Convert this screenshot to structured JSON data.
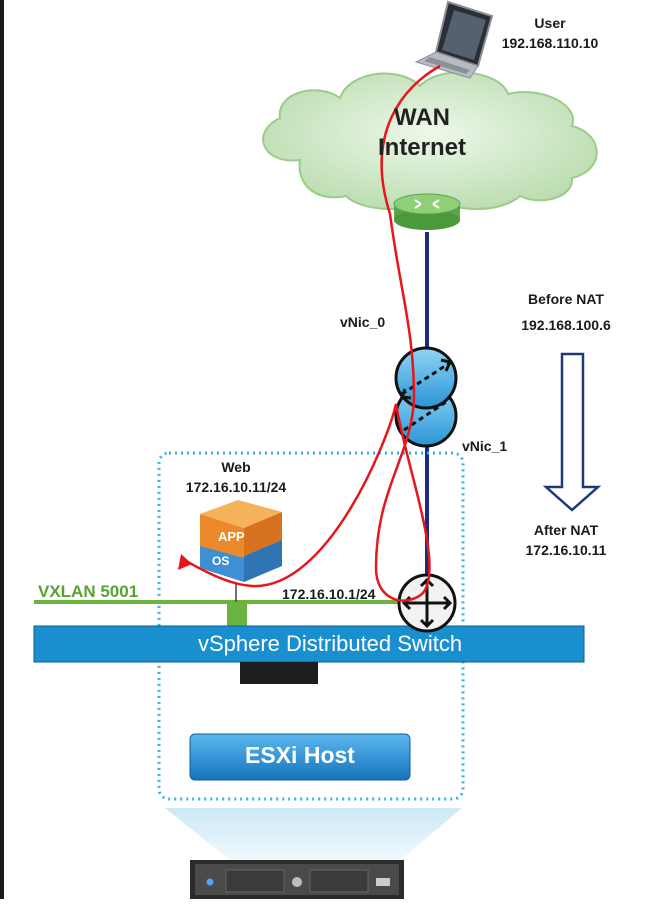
{
  "user": {
    "title": "User",
    "ip": "192.168.110.10"
  },
  "wan": {
    "line1": "WAN",
    "line2": "Internet"
  },
  "edge": {
    "vnic0": "vNic_0",
    "vnic1": "vNic_1"
  },
  "nat": {
    "before_label": "Before NAT",
    "before_ip": "192.168.100.6",
    "after_label": "After NAT",
    "after_ip": "172.16.10.11"
  },
  "web_vm": {
    "name": "Web",
    "ip": "172.16.10.11/24",
    "icon_top": "APP",
    "icon_bottom": "OS"
  },
  "vxlan": {
    "label": "VXLAN 5001"
  },
  "router": {
    "gateway_ip": "172.16.10.1/24"
  },
  "switch": {
    "label": "vSphere Distributed Switch"
  },
  "host": {
    "label": "ESXi Host"
  },
  "colors": {
    "traffic_path": "#e8151b",
    "uplink": "#1c2a7e",
    "vxlan": "#6db33f",
    "switch": "#1a8fd0",
    "esxi": "#1f8dd6",
    "host_outline": "#34b3ea",
    "cloud": "#cfe8c4"
  },
  "icons": [
    "laptop-icon",
    "cloud-shape",
    "perimeter-router-icon",
    "edge-gateway-icon",
    "logical-router-icon",
    "vm-icon",
    "server-icon",
    "down-arrow-icon"
  ]
}
